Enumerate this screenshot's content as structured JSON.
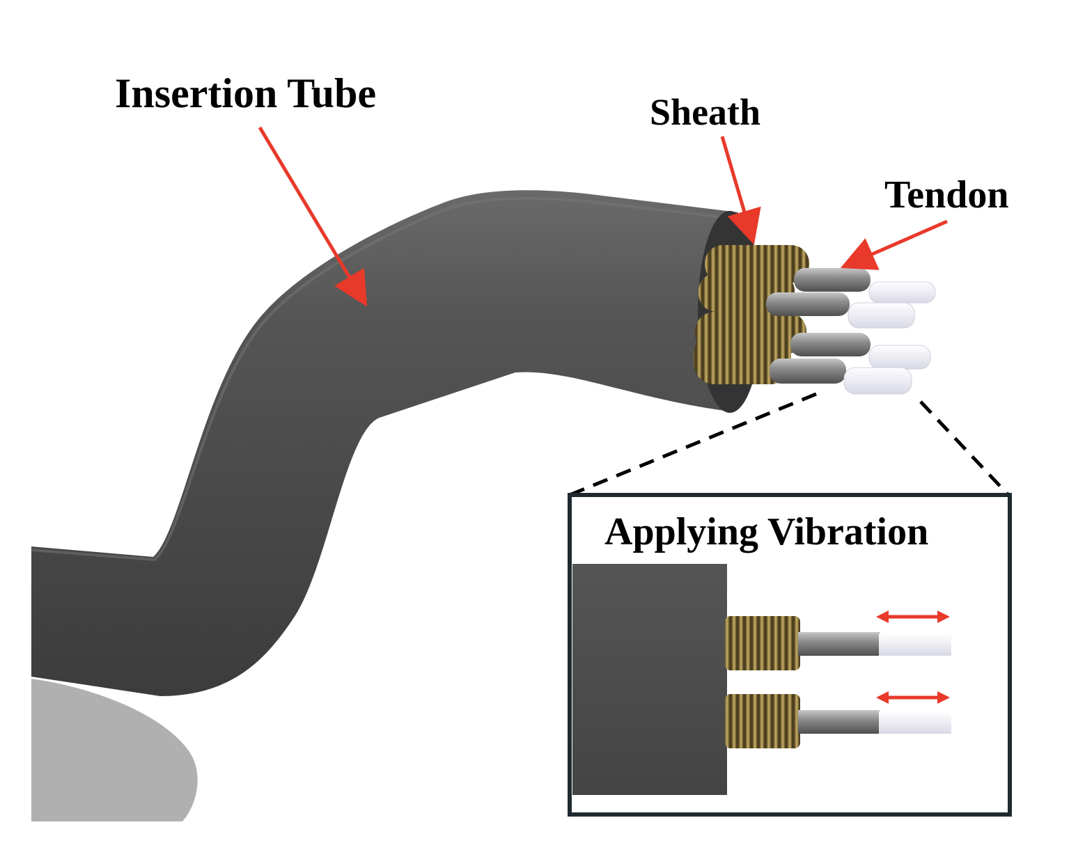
{
  "labels": {
    "insertion_tube": "Insertion Tube",
    "sheath": "Sheath",
    "tendon": "Tendon",
    "inset_title": "Applying Vibration"
  },
  "colors": {
    "tube": "#4a4a4a",
    "tube_highlight": "#6e6e6e",
    "tube_shadow": "#333333",
    "coil": "#a8925a",
    "coil_dark": "#5a4a22",
    "rod": "#8a8a8a",
    "tip": "#e9e9f2",
    "arrow": "#e8392a",
    "base": "#b0b0b0",
    "inset_border": "#1e2a30"
  }
}
